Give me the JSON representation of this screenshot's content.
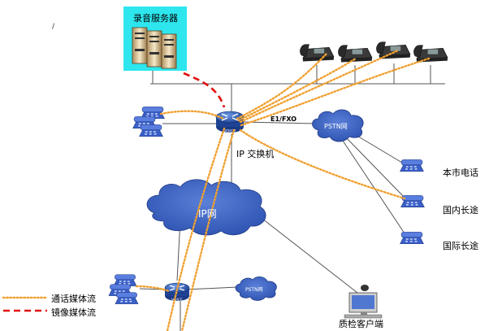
{
  "labels": {
    "recording_server": "录音服务器",
    "ip_switch": "IP 交换机",
    "e1_fxo": "E1/FXO",
    "pstn_cloud_main": "PSTN网",
    "pstn_cloud_small": "PSTN网",
    "ip_cloud": "IP网",
    "local_call": "本市电话",
    "domestic_long": "国内长途",
    "intl_long": "国际长途",
    "qa_client": "质检客户端",
    "router_badge": "VOICE",
    "router_badge_small": "VOICE",
    "stray_mark": "/"
  },
  "legend": {
    "call_media": "通话媒体流",
    "mirror_media": "镜像媒体流"
  },
  "colors": {
    "call_media_stream": "#f0a030",
    "mirror_media_stream": "#e01010",
    "cloud_fill": "#3a63c6",
    "server_bg": "#2ee6ee",
    "router_body": "#2a58b8",
    "phone_body": "#4a6fd0",
    "line": "#555555"
  },
  "icons": {
    "server": "server-rack-icon",
    "router": "router-icon",
    "phone": "desk-phone-icon",
    "ip_phone": "ip-phone-icon",
    "cloud": "network-cloud-icon",
    "workstation": "workstation-icon"
  }
}
